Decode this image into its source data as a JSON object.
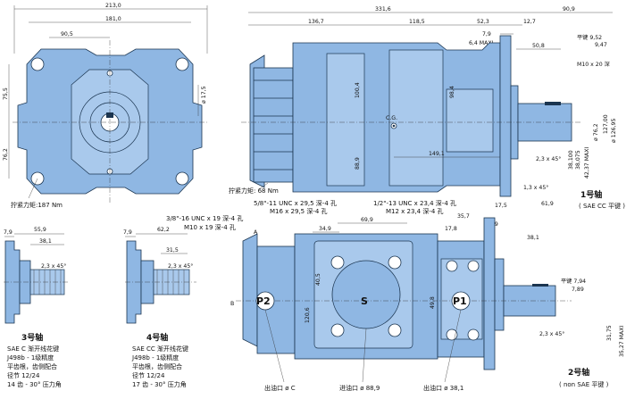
{
  "front_view": {
    "dim_width_total": "213,0",
    "dim_width_mount": "181,0",
    "dim_offset": "90,5",
    "dim_height_top": "75,5",
    "dim_height_bottom": "76,2",
    "dim_dia": "ø 17,5",
    "torque_label": "拧紧力矩:187 Nm"
  },
  "side_view": {
    "dim_total": "331,6",
    "dim_right": "90,9",
    "dim_a": "136,7",
    "dim_b": "118,5",
    "dim_c": "52,3",
    "dim_d": "12,7",
    "dim_e": "7,9",
    "dim_f": "6,4 MAXI",
    "dim_g": "50,8",
    "dim_key_w": "平键 9,52",
    "dim_key_w2": "9,47",
    "dim_thread": "M10 x 20 深",
    "dim_h1": "100,4",
    "dim_h2": "98,4",
    "dim_h3": "88,9",
    "dim_cg": "C.G.",
    "dim_149": "149,1",
    "dim_chamfer": "2,3 x 45°",
    "dim_38a": "38,100",
    "dim_38b": "38,075",
    "dim_42": "42,37 MAXI",
    "dim_dia76": "ø 76,2",
    "dim_dia127a": "127,00",
    "dim_dia127b": "ø 126,95",
    "dim_chamfer2": "1,3 x 45°",
    "torque_label": "拧紧力矩: 68 Nm",
    "shaft1_title": "1号轴",
    "shaft1_sub": "( SAE CC 平键 )"
  },
  "bottom_view": {
    "note_left": "5/8\"-11 UNC x 29,5 深-4 孔",
    "note_left2": "M16 x 29,5  深-4 孔",
    "note_right": "1/2\"-13 UNC x 23,4 深-4 孔",
    "note_right2": "M12 x 23,4  深-4 孔",
    "note_mid": "3/8\"-16 UNC x 19 深-4 孔",
    "note_mid2": "M10 x 19  深-4 孔",
    "dim_69": "69,9",
    "dim_34": "34,9",
    "dim_17": "17,8",
    "dim_35": "35,7",
    "dim_17b": "17,5",
    "dim_61": "61,9",
    "dim_7a": "7,9",
    "dim_40": "40,5",
    "dim_120": "120,6",
    "dim_49": "49,8",
    "dim_38": "38,1",
    "dim_key": "平键 7,94",
    "dim_key2": "7,89",
    "dim_chamfer": "2,3 x 45°",
    "dim_31": "31,75",
    "dim_35max": "35,27 MAXI",
    "label_a": "A",
    "label_b": "B",
    "port_p2": "P2",
    "port_s": "S",
    "port_p1": "P1",
    "outlet_c": "出油口 ø C",
    "inlet": "进油口 ø 88,9",
    "outlet_38": "出油口 ø 38,1",
    "shaft2_title": "2号轴",
    "shaft2_sub": "( non SAE 平键 )"
  },
  "shaft3": {
    "dim_7": "7,9",
    "dim_55": "55,9",
    "dim_38": "38,1",
    "dim_chamfer": "2,3 x 45°",
    "title": "3号轴",
    "l1": "SAE C 渐开线花键",
    "l2": "J498b - 1级精度",
    "l3": "平齿根，齿侧配合",
    "l4": "径节 12/24",
    "l5": "14 齿 - 30° 压力角"
  },
  "shaft4": {
    "dim_7": "7,9",
    "dim_62": "62,2",
    "dim_31": "31,5",
    "dim_chamfer": "2,3 x 45°",
    "title": "4号轴",
    "l1": "SAE CC 渐开线花键",
    "l2": "J498b - 1级精度",
    "l3": "平齿根，齿侧配合",
    "l4": "径节 12/24",
    "l5": "17 齿 - 30° 压力角"
  }
}
